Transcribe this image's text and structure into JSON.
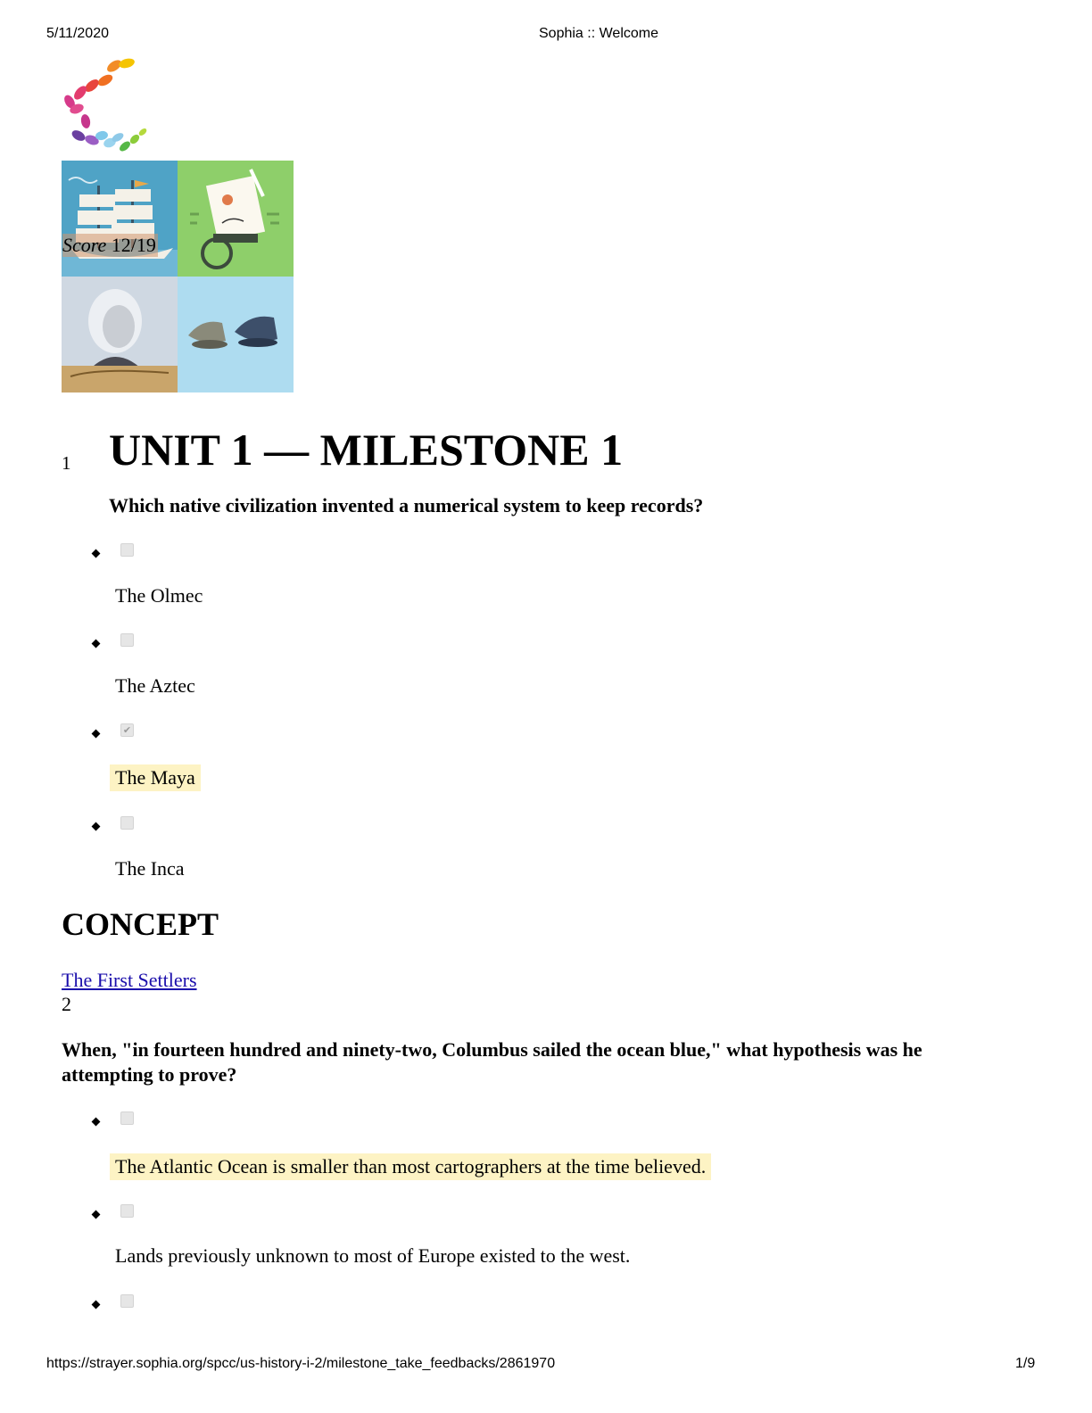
{
  "browser": {
    "date": "5/11/2020",
    "page_title": "Sophia :: Welcome",
    "url": "https://strayer.sophia.org/spcc/us-history-i-2/milestone_take_feedbacks/2861970",
    "page_indicator": "1/9"
  },
  "score": {
    "label": "Score",
    "value": "12/19"
  },
  "milestone": {
    "title": "UNIT 1 — MILESTONE 1"
  },
  "questions": [
    {
      "number": "1",
      "text": "Which native civilization invented a numerical system to keep records?",
      "answers": [
        {
          "text": "The Olmec",
          "checked": false,
          "highlighted": false
        },
        {
          "text": "The Aztec",
          "checked": false,
          "highlighted": false
        },
        {
          "text": "The Maya",
          "checked": true,
          "highlighted": true
        },
        {
          "text": "The Inca",
          "checked": false,
          "highlighted": false
        }
      ]
    },
    {
      "number": "2",
      "text_line1": "When, \"in fourteen hundred and ninety-two, Columbus sailed the ocean blue,\" what hypothesis was he",
      "text_line2": "attempting to prove?",
      "answers": [
        {
          "text": "The Atlantic Ocean is smaller than most cartographers at the time believed.",
          "checked": false,
          "highlighted": true
        },
        {
          "text": "Lands previously unknown to most of Europe existed to the west.",
          "checked": false,
          "highlighted": false
        },
        {
          "text": "",
          "checked": false,
          "highlighted": false
        }
      ]
    }
  ],
  "concept": {
    "heading": "CONCEPT",
    "link_text": "The First Settlers"
  },
  "colors": {
    "highlight": "#fdf3c4",
    "link": "#1a0dab",
    "checkbox": "#e6e6e6"
  },
  "icons": [
    "sophia-logo-icon",
    "checkbox-icon",
    "checkmark-icon",
    "bullet-icon"
  ]
}
